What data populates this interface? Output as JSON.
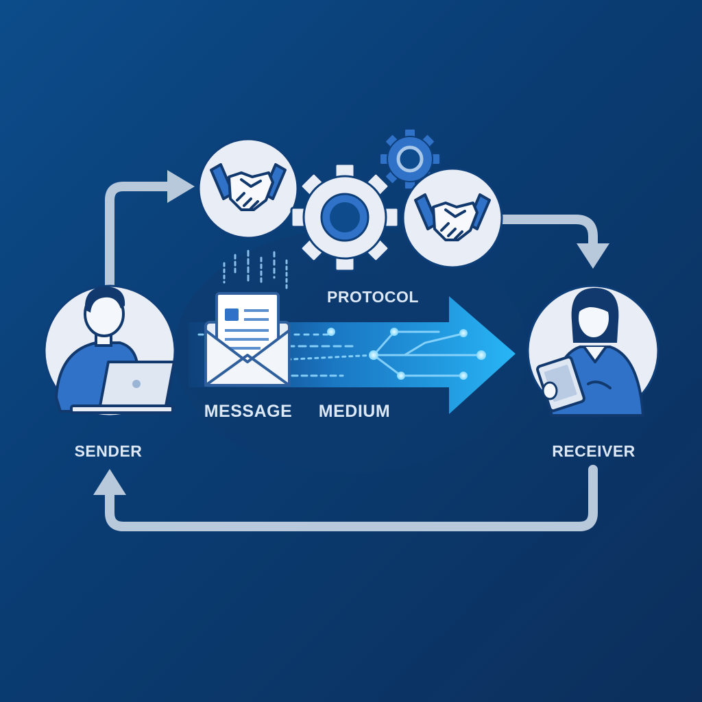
{
  "labels": {
    "sender": "SENDER",
    "receiver": "RECEIVER",
    "message": "MESSAGE",
    "medium": "MEDIUM",
    "protocol": "PROTOCOL"
  },
  "colors": {
    "background_top": "#0c4c8a",
    "background_bottom": "#0c2f5c",
    "circle_fill": "#e9eef6",
    "accent_blue": "#2f72c8",
    "line_gray": "#b9c9dc",
    "arrow_cyan": "#21a6f0",
    "label_text": "#dce8f5"
  },
  "icons": {
    "sender": "person-laptop-icon",
    "receiver": "person-tablet-icon",
    "message": "envelope-document-icon",
    "protocol_left": "handshake-icon",
    "protocol_center": "gear-icon",
    "protocol_small": "gear-icon",
    "protocol_right": "handshake-icon",
    "medium": "data-flow-arrow-icon"
  }
}
